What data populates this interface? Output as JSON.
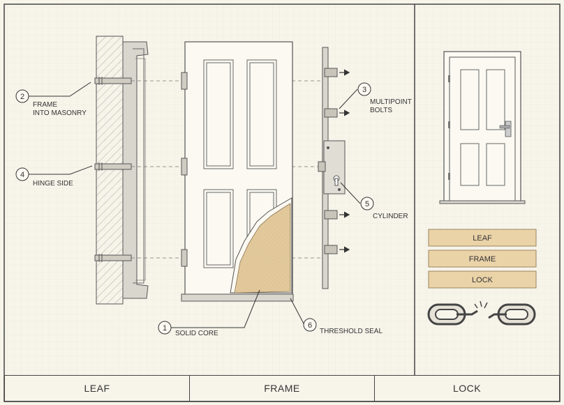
{
  "callouts": [
    {
      "num": "1",
      "label": "SOLID CORE"
    },
    {
      "num": "2",
      "label": "FRAME",
      "label2": "INTO MASONRY"
    },
    {
      "num": "3",
      "label": "MULTIPOINT",
      "label2": "BOLTS"
    },
    {
      "num": "4",
      "label": "HINGE SIDE"
    },
    {
      "num": "5",
      "label": "CYLINDER"
    },
    {
      "num": "6",
      "label": "THRESHOLD SEAL"
    }
  ],
  "legend": [
    "LEAF",
    "FRAME",
    "LOCK"
  ],
  "footer": [
    "LEAF",
    "FRAME",
    "LOCK"
  ],
  "colors": {
    "paper": "#f7f4ea",
    "core": "#e2c99c",
    "legend": "#ebd3a8",
    "line": "#444444"
  }
}
